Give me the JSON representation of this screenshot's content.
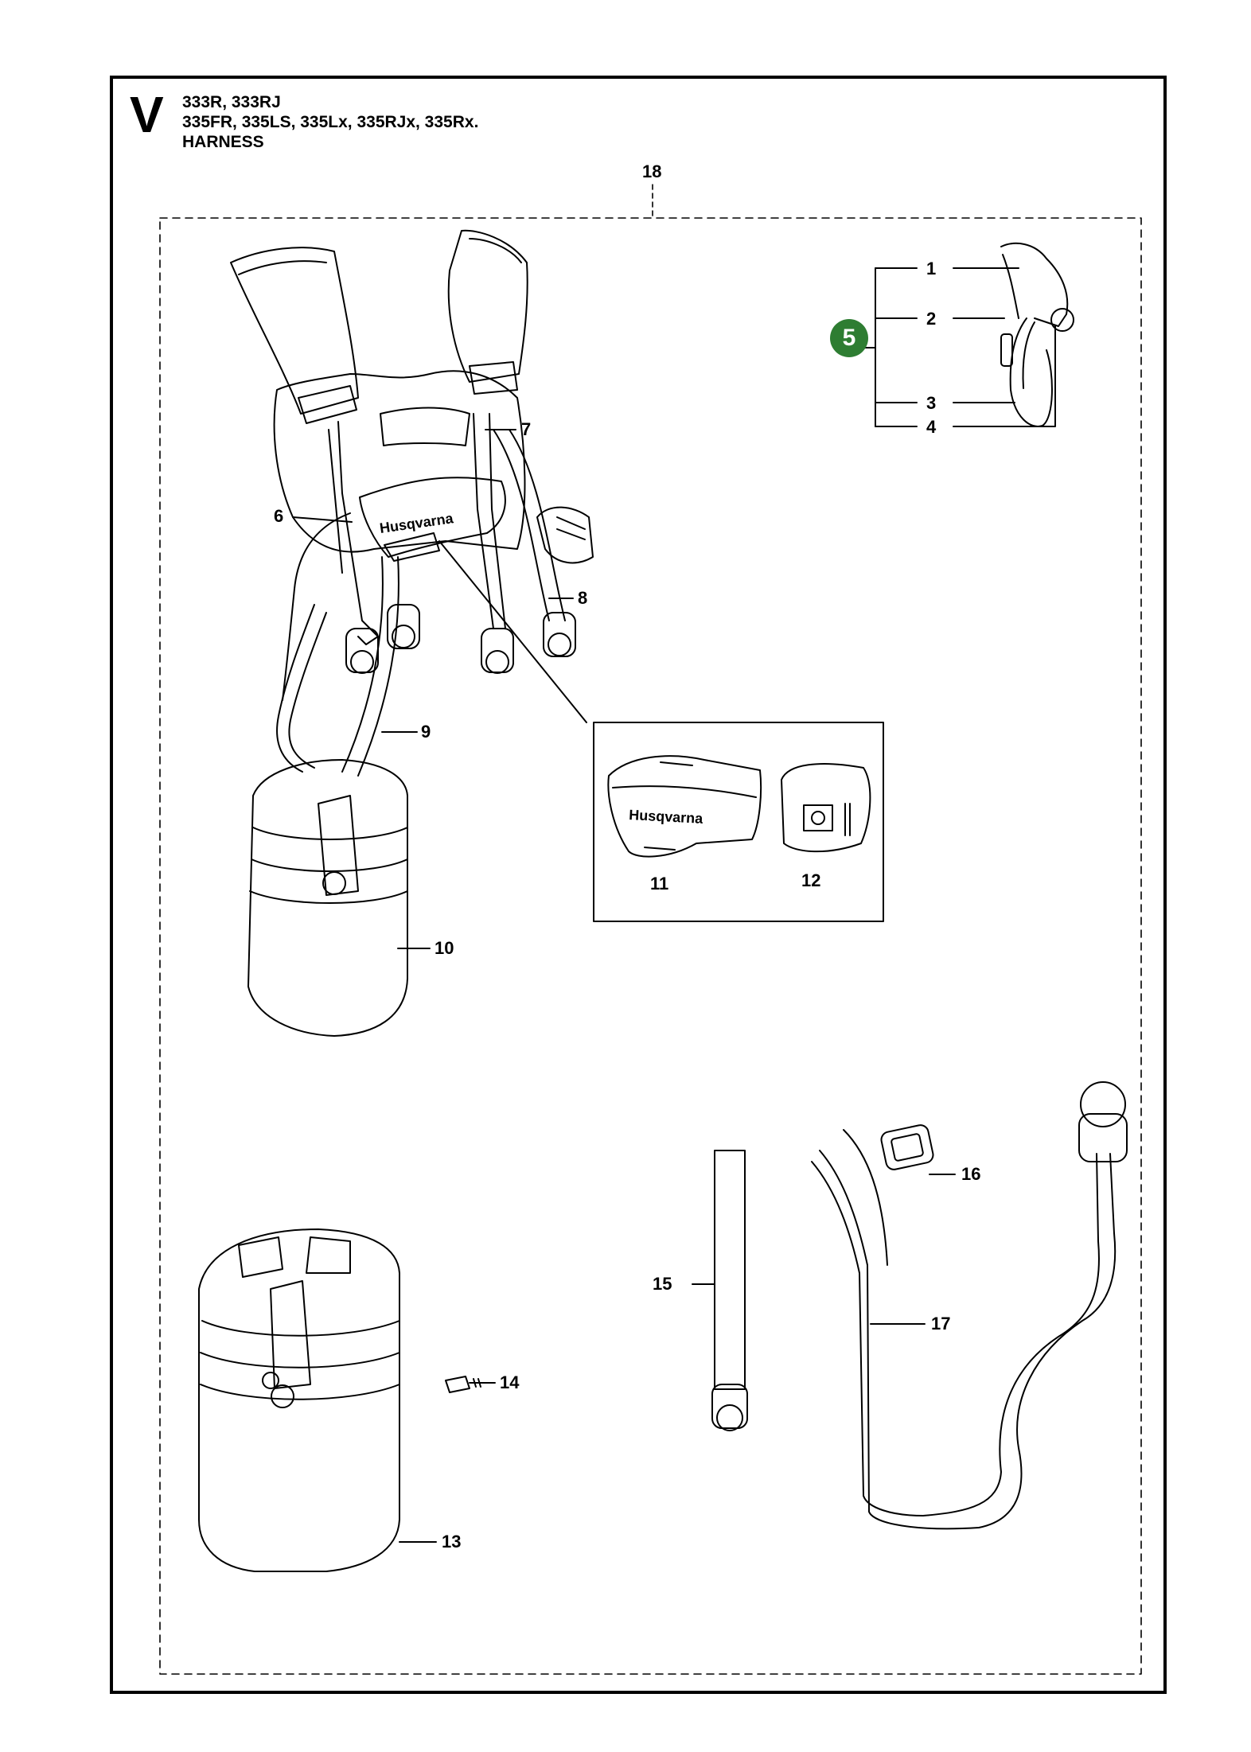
{
  "header": {
    "section_letter": "V",
    "models_line1": "333R, 333RJ",
    "models_line2": "335FR, 335LS, 335Lx, 335RJx, 335Rx.",
    "title": "HARNESS"
  },
  "brand_text": "Husqvarna",
  "badge": {
    "number": "5",
    "color": "#2e7d32"
  },
  "callouts": {
    "c1": "1",
    "c2": "2",
    "c3": "3",
    "c4": "4",
    "c6": "6",
    "c7": "7",
    "c8": "8",
    "c9": "9",
    "c10": "10",
    "c11": "11",
    "c12": "12",
    "c13": "13",
    "c14": "14",
    "c15": "15",
    "c16": "16",
    "c17": "17",
    "c18": "18"
  }
}
